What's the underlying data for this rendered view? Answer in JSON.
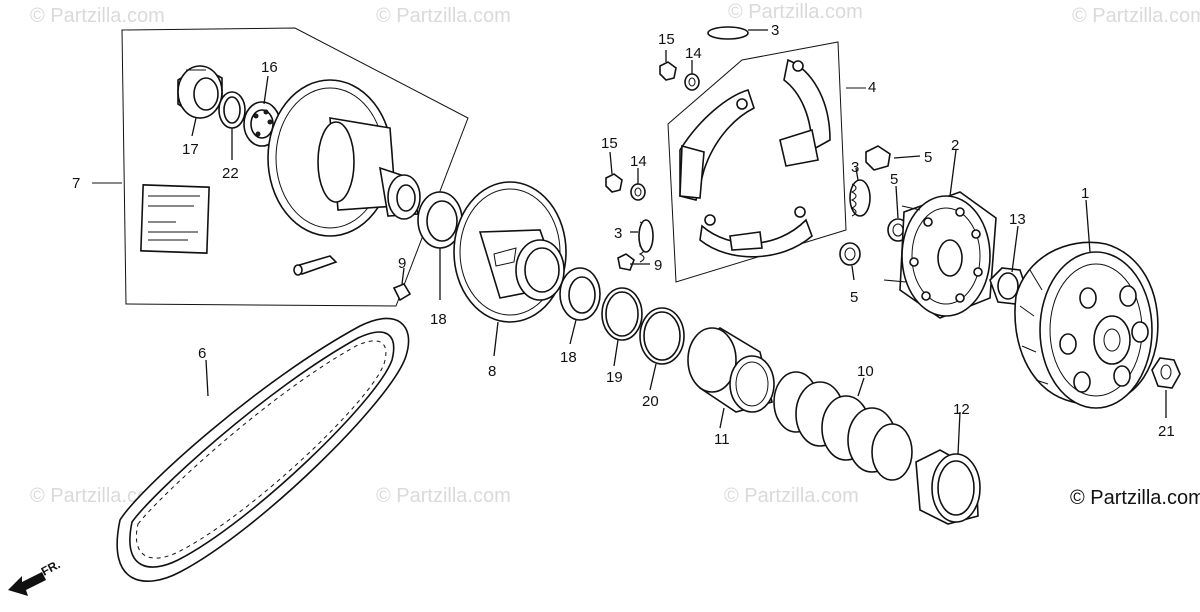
{
  "watermarks": [
    "© Partzilla.com",
    "© Partzilla.com",
    "© Partzilla.com",
    "© Partzilla.com",
    "© Partzilla.com",
    "© Partzilla.com",
    "© Partzilla.com"
  ],
  "copyright": "© Partzilla.com",
  "direction": "FR.",
  "callouts": [
    "1",
    "2",
    "3",
    "3",
    "3",
    "4",
    "5",
    "5",
    "5",
    "6",
    "7",
    "8",
    "9",
    "9",
    "10",
    "11",
    "12",
    "13",
    "14",
    "14",
    "15",
    "15",
    "16",
    "17",
    "18",
    "18",
    "19",
    "20",
    "21",
    "22"
  ]
}
